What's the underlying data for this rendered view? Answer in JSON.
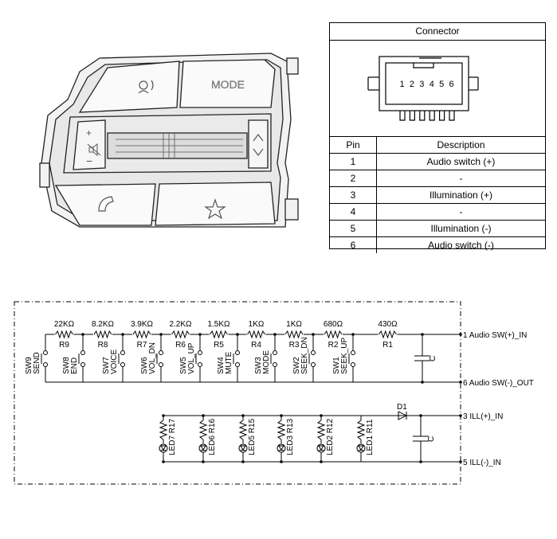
{
  "illustration": {
    "mode_label": "MODE"
  },
  "connector": {
    "title": "Connector",
    "pin_numbers": [
      "1",
      "2",
      "3",
      "4",
      "5",
      "6"
    ],
    "table_headers": {
      "pin": "Pin",
      "description": "Description"
    },
    "pins": [
      {
        "pin": "1",
        "description": "Audio switch (+)"
      },
      {
        "pin": "2",
        "description": "-"
      },
      {
        "pin": "3",
        "description": "Illumination (+)"
      },
      {
        "pin": "4",
        "description": "-"
      },
      {
        "pin": "5",
        "description": "Illumination (-)"
      },
      {
        "pin": "6",
        "description": "Audio switch (-)"
      }
    ]
  },
  "schematic": {
    "resistors": [
      {
        "name": "R9",
        "value": "22KΩ"
      },
      {
        "name": "R8",
        "value": "8.2KΩ"
      },
      {
        "name": "R7",
        "value": "3.9KΩ"
      },
      {
        "name": "R6",
        "value": "2.2KΩ"
      },
      {
        "name": "R5",
        "value": "1.5KΩ"
      },
      {
        "name": "R4",
        "value": "1KΩ"
      },
      {
        "name": "R3",
        "value": "1KΩ"
      },
      {
        "name": "R2",
        "value": "680Ω"
      },
      {
        "name": "R1",
        "value": "430Ω"
      }
    ],
    "switches": [
      {
        "name": "SW9",
        "function": "SEND"
      },
      {
        "name": "SW8",
        "function": "END"
      },
      {
        "name": "SW7",
        "function": "VOICE"
      },
      {
        "name": "SW6",
        "function": "VOL_DN"
      },
      {
        "name": "SW5",
        "function": "VOL_UP"
      },
      {
        "name": "SW4",
        "function": "MUTE"
      },
      {
        "name": "SW3",
        "function": "MODE"
      },
      {
        "name": "SW2",
        "function": "SEEK_DN"
      },
      {
        "name": "SW1",
        "function": "SEEK_UP"
      }
    ],
    "leds": [
      {
        "led": "LED7",
        "resistor": "R17"
      },
      {
        "led": "LED6",
        "resistor": "R16"
      },
      {
        "led": "LED5",
        "resistor": "R15"
      },
      {
        "led": "LED3",
        "resistor": "R13"
      },
      {
        "led": "LED2",
        "resistor": "R12"
      },
      {
        "led": "LED1",
        "resistor": "R11"
      }
    ],
    "capacitor_label": "C",
    "diode_label": "D1",
    "terminals": {
      "t1": "1 Audio SW(+)_IN",
      "t6": "6 Audio SW(-)_OUT",
      "t3": "3 ILL(+)_IN",
      "t5": "5 ILL(-)_IN"
    }
  }
}
